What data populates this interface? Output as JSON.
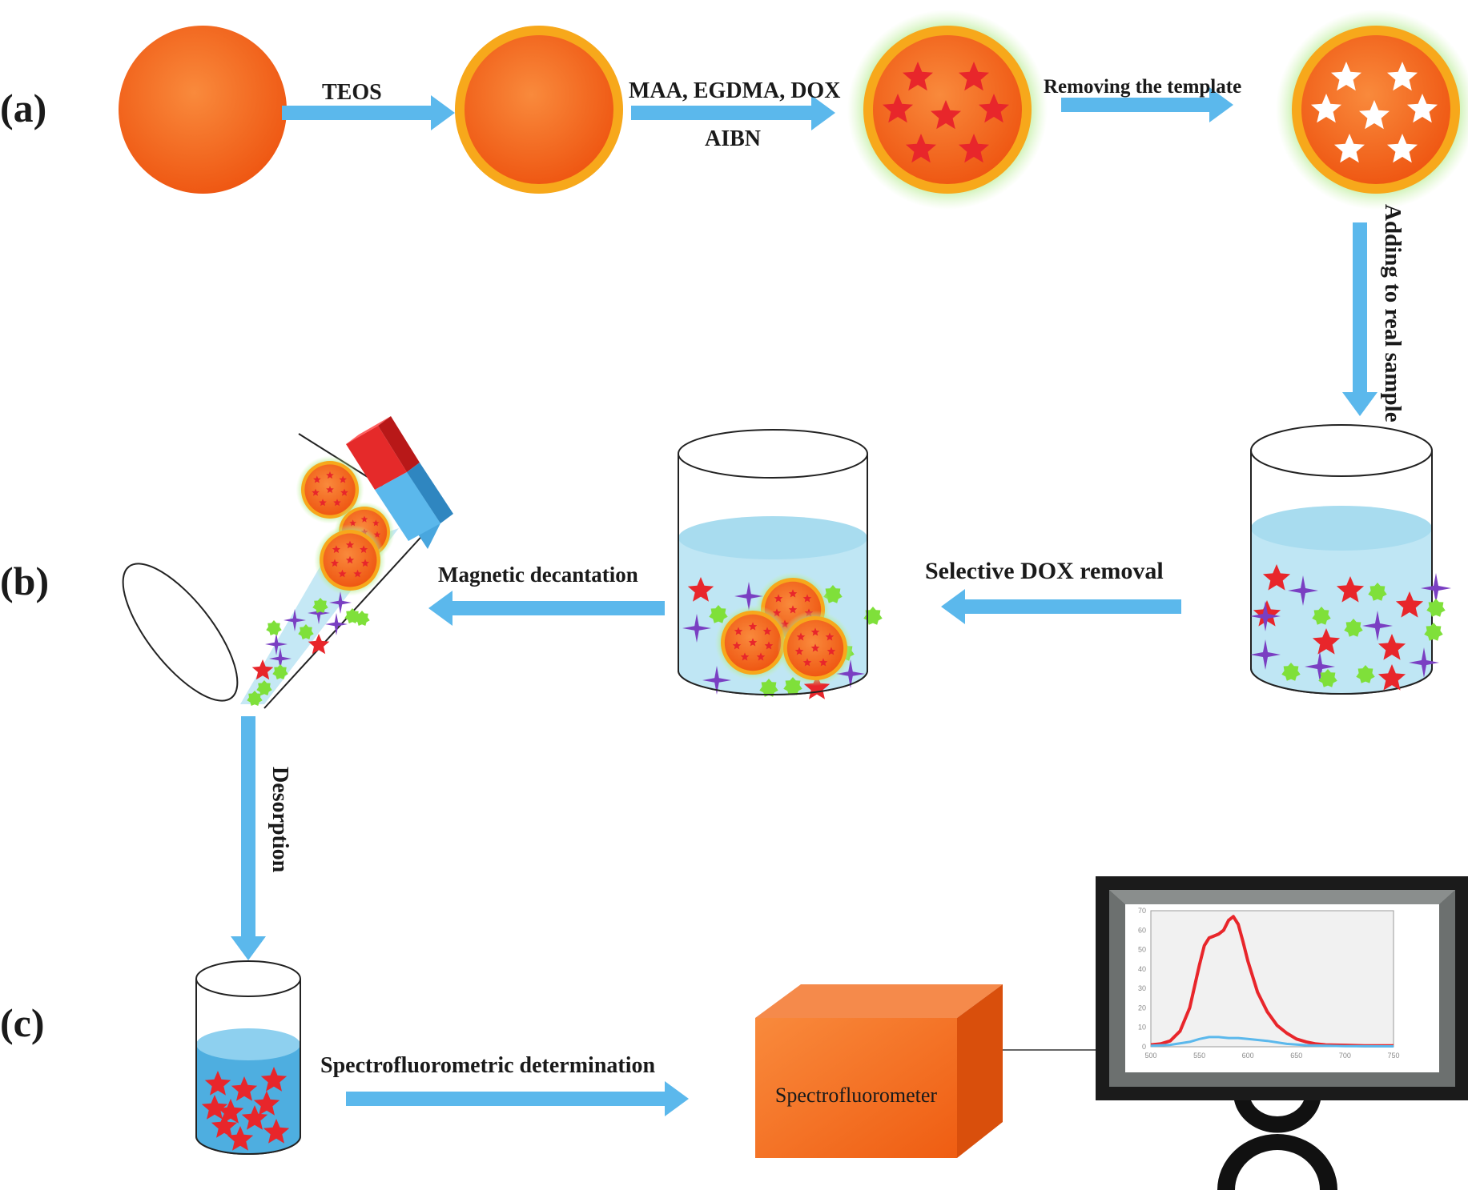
{
  "panels": {
    "a": "(a)",
    "b": "(b)",
    "c": "(c)"
  },
  "steps": {
    "teos": "TEOS",
    "monomers": "MAA, EGDMA, DOX",
    "initiator": "AIBN",
    "remove_template": "Removing the template",
    "add_sample": "Adding to real sample",
    "selective_removal": "Selective DOX removal",
    "magnetic": "Magnetic decantation",
    "desorption": "Desorption",
    "determination": "Spectrofluorometric determination"
  },
  "instrument": {
    "label": "Spectrofluorometer"
  },
  "colors": {
    "core": "#f4611a",
    "shell": "#f7a81b",
    "glow": "#9be36a",
    "arrow": "#5bb8ec",
    "dox_star": "#e8262b",
    "template_cavity": "#ffffff",
    "interferent_a": "#7a3fc2",
    "interferent_b": "#7fe03a",
    "liquid": "#bfe6f4",
    "desorbed_liquid": "#4eaee0"
  },
  "chart_data": {
    "type": "line",
    "x_ticks": [
      "500",
      "550",
      "600",
      "650",
      "700",
      "750"
    ],
    "y_ticks": [
      "0",
      "10",
      "20",
      "30",
      "40",
      "50",
      "60",
      "70"
    ],
    "xlim": [
      500,
      750
    ],
    "ylim": [
      0,
      70
    ],
    "series": [
      {
        "color": "#e8262b",
        "x": [
          500,
          510,
          520,
          530,
          540,
          550,
          555,
          560,
          565,
          570,
          575,
          580,
          585,
          590,
          595,
          600,
          610,
          620,
          630,
          640,
          650,
          660,
          670,
          680,
          700,
          720,
          750
        ],
        "y": [
          1,
          1.5,
          3,
          8,
          20,
          42,
          52,
          56,
          57,
          58,
          60,
          65,
          67,
          63,
          54,
          44,
          28,
          18,
          11,
          7,
          4,
          2.5,
          1.5,
          1,
          0.8,
          0.5,
          0.5
        ]
      },
      {
        "color": "#5bb8ec",
        "x": [
          500,
          520,
          540,
          550,
          560,
          570,
          580,
          590,
          600,
          620,
          640,
          660,
          700,
          750
        ],
        "y": [
          0.5,
          1,
          2.5,
          4,
          5,
          5,
          4.5,
          4.5,
          4,
          3,
          1.5,
          0.8,
          0.3,
          0.2
        ]
      }
    ]
  }
}
